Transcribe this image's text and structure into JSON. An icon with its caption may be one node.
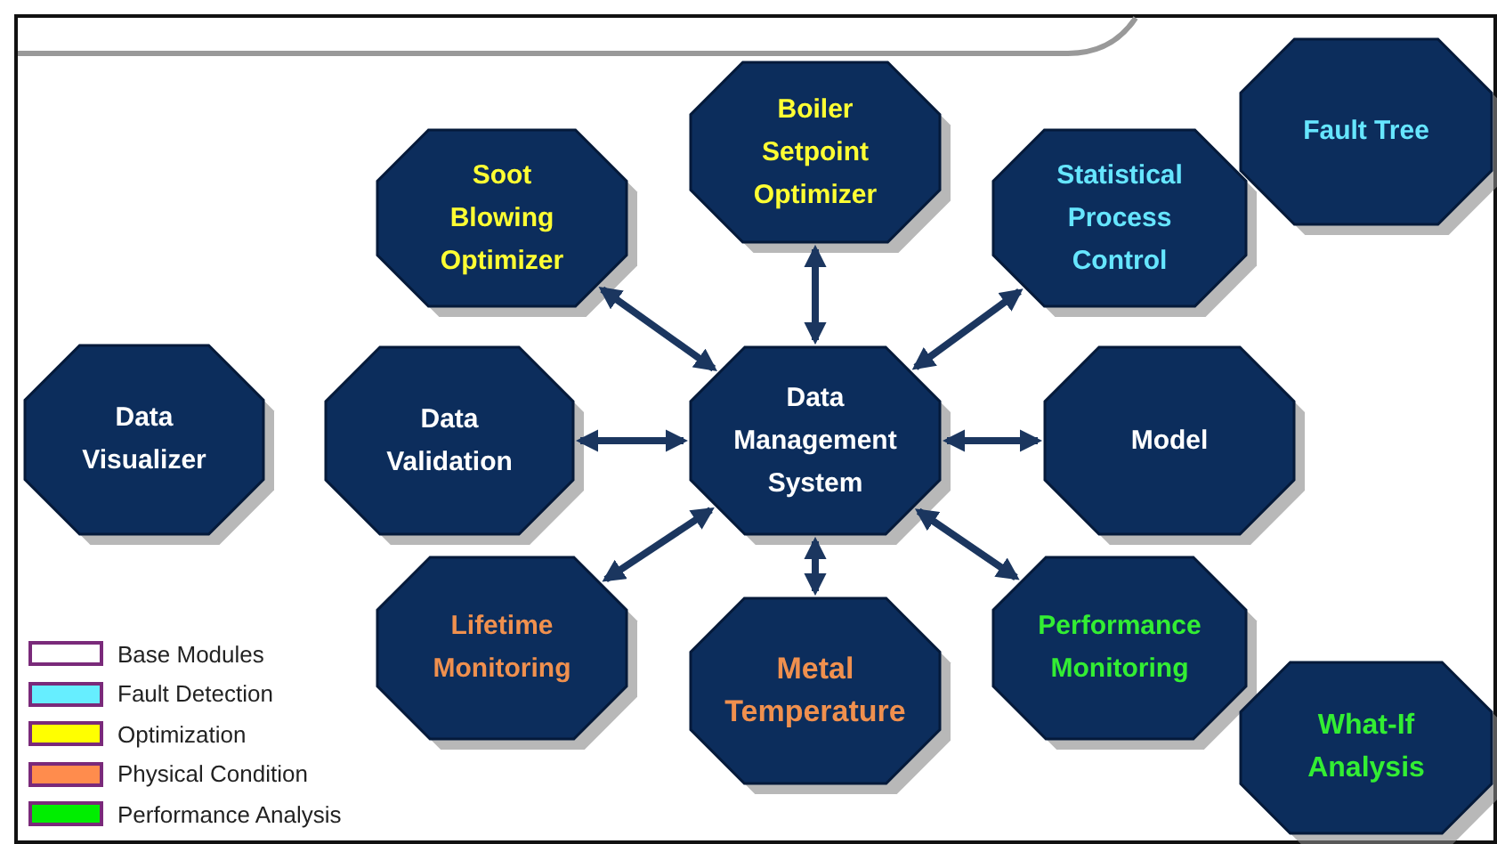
{
  "diagram": {
    "nodes": [
      {
        "text": [
          "Boiler Setpoint Optimizer"
        ]
      },
      {
        "text": [
          "Fault Tree"
        ]
      },
      {
        "text": [
          "Soot Blowing Optimizer"
        ]
      },
      {
        "text": [
          "Statistical Process Control"
        ]
      },
      {
        "text": [
          "Data Visualizer"
        ]
      },
      {
        "text": [
          "Data Validation"
        ]
      },
      {
        "text": [
          "Data Management System"
        ]
      },
      {
        "text": [
          "Model"
        ]
      },
      {
        "text": [
          "Lifetime Monitoring"
        ]
      },
      {
        "text": [
          "Metal Temperature"
        ]
      },
      {
        "text": [
          "Performance Monitoring"
        ]
      },
      {
        "text": [
          "What-If Analysis"
        ]
      }
    ],
    "edges": [
      {
        "from": 6,
        "to": 0,
        "arrow": "both"
      },
      {
        "from": 6,
        "to": 2,
        "arrow": "both"
      },
      {
        "from": 6,
        "to": 3,
        "arrow": "both"
      },
      {
        "from": 6,
        "to": 5,
        "arrow": "both"
      },
      {
        "from": 6,
        "to": 7,
        "arrow": "both"
      },
      {
        "from": 6,
        "to": 8,
        "arrow": "both"
      },
      {
        "from": 6,
        "to": 9,
        "arrow": "both"
      },
      {
        "from": 6,
        "to": 10,
        "arrow": "both"
      }
    ],
    "legend": [
      {
        "text": "Base Modules",
        "color": "#ffffff"
      },
      {
        "text": "Fault Detection",
        "color": "#66eeff"
      },
      {
        "text": "Optimization",
        "color": "#ffff00"
      },
      {
        "text": "Physical Condition",
        "color": "#ff8c4d"
      },
      {
        "text": "Performance Analysis",
        "color": "#00ee00"
      }
    ]
  }
}
